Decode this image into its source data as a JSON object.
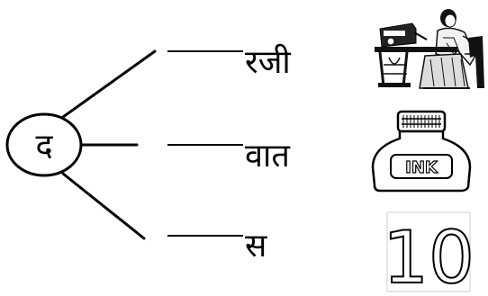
{
  "root_letter": "द",
  "suffixes": [
    "रजी",
    "वात",
    "स"
  ],
  "images": [
    {
      "icon": "sewing-machine-tailor-icon",
      "label": ""
    },
    {
      "icon": "ink-bottle-icon",
      "label": "INK"
    },
    {
      "icon": "number-ten-icon",
      "label": "10"
    }
  ]
}
